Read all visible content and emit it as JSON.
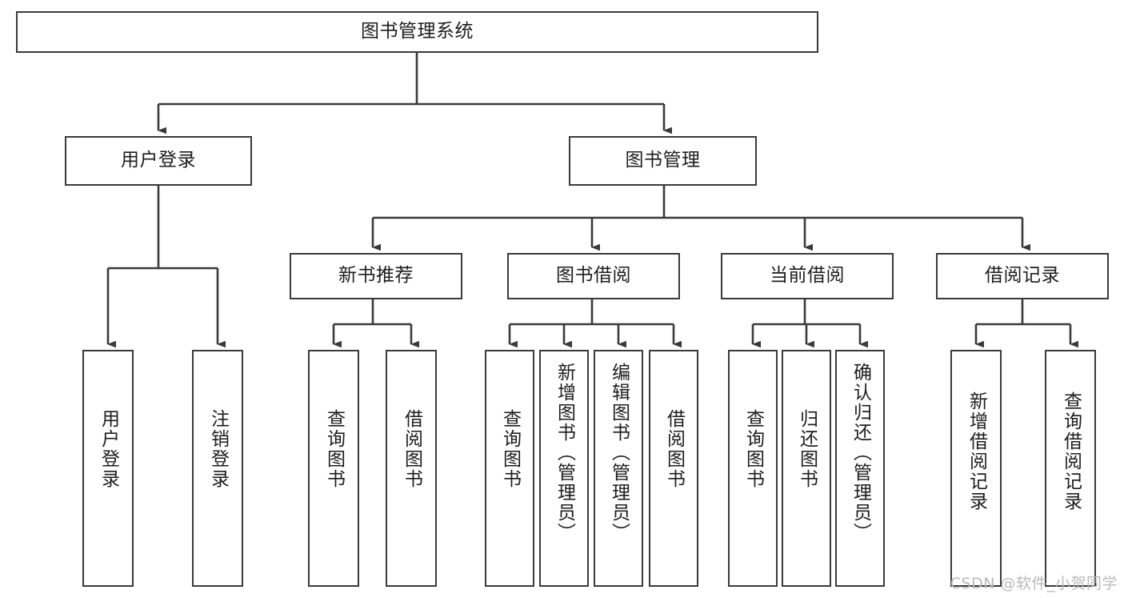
{
  "diagram": {
    "title": "图书管理系统",
    "type": "tree-hierarchy-chart",
    "watermark": "CSDN @软件_小贺同学",
    "line_color": "#3a3a3a",
    "box_fill": "#ffffff",
    "text_color": "#1d1d1d",
    "watermark_color": "#b9b9b9"
  },
  "nodes": {
    "root": {
      "label": "图书管理系统"
    },
    "level2": [
      {
        "label": "用户登录"
      },
      {
        "label": "图书管理"
      }
    ],
    "level3": [
      {
        "label": "新书推荐"
      },
      {
        "label": "图书借阅"
      },
      {
        "label": "当前借阅"
      },
      {
        "label": "借阅记录"
      }
    ],
    "leaves": {
      "user_login": [
        {
          "label": "用户登录"
        },
        {
          "label": "注销登录"
        }
      ],
      "new_book_recommend": [
        {
          "label": "查询图书"
        },
        {
          "label": "借阅图书"
        }
      ],
      "book_borrow": [
        {
          "label": "查询图书"
        },
        {
          "label": "新增图书（管理员）"
        },
        {
          "label": "编辑图书（管理员）"
        },
        {
          "label": "借阅图书"
        }
      ],
      "current_borrow": [
        {
          "label": "查询图书"
        },
        {
          "label": "归还图书"
        },
        {
          "label": "确认归还（管理员）"
        }
      ],
      "borrow_record": [
        {
          "label": "新增借阅记录"
        },
        {
          "label": "查询借阅记录"
        }
      ]
    }
  }
}
